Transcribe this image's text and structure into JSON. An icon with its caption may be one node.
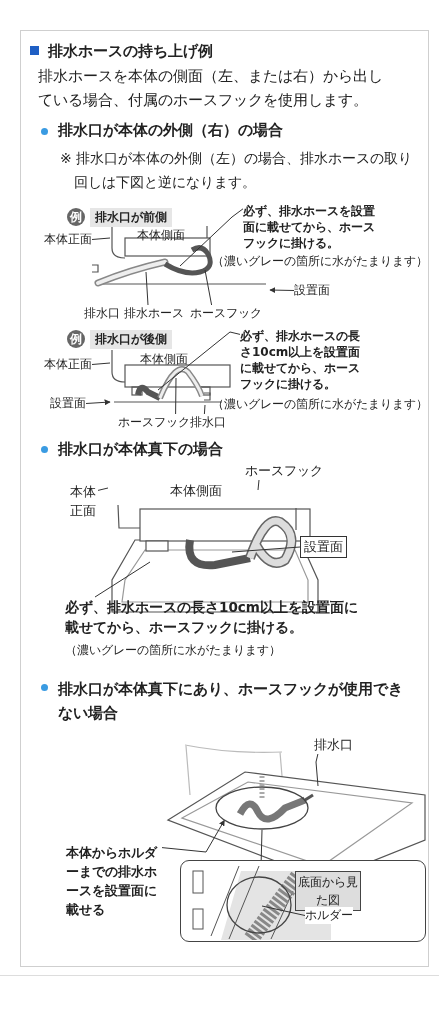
{
  "diagram": {
    "title": "排水ホースの持ち上げ例",
    "nodes": [
      {
        "text": [
          "本体正面"
        ]
      },
      {
        "text": [
          "必ず、排水ホースを設置面に載せてから、ホースフックに掛ける。"
        ]
      },
      {
        "text": [
          "設置面"
        ]
      },
      {
        "text": [
          "排水ホース"
        ]
      },
      {
        "text": [
          "ホースフック"
        ]
      },
      {
        "text": [
          "本体正面"
        ]
      },
      {
        "text": [
          "必ず、排水ホースの長さ10cm以上を設置面に載せてから、ホースフックに掛ける。"
        ]
      },
      {
        "text": [
          "設置面"
        ]
      },
      {
        "text": [
          "ホースフック"
        ]
      },
      {
        "text": [
          "排水口"
        ]
      },
      {
        "text": [
          "本体正面"
        ]
      },
      {
        "text": [
          "ホースフック"
        ]
      },
      {
        "text": [
          "設置面"
        ]
      },
      {
        "text": [
          "必ず、排水ホースの長さ10cm以上を設置面に載せてから、ホースフックに掛ける。"
        ]
      },
      {
        "text": [
          "排水口"
        ]
      },
      {
        "text": [],
        "shape": "circle"
      },
      {
        "text": [
          "本体からホルダーまでの排水ホースを設置面に載せる"
        ]
      },
      {
        "text": [],
        "shape": "box"
      },
      {
        "text": [
          "底面から見た図"
        ],
        "in": 17
      },
      {
        "text": [
          "ホルダー"
        ],
        "in": 17
      }
    ],
    "edges": [
      {
        "from": 0,
        "to": null,
        "arrow": "none"
      },
      {
        "from": 1,
        "to": null,
        "arrow": "none"
      },
      {
        "from": 2,
        "to": null,
        "arrow": "to"
      },
      {
        "from": 3,
        "to": null,
        "arrow": "none"
      },
      {
        "from": 4,
        "to": null,
        "arrow": "none"
      },
      {
        "from": 5,
        "to": null,
        "arrow": "none"
      },
      {
        "from": 6,
        "to": null,
        "arrow": "none"
      },
      {
        "from": 7,
        "to": null,
        "arrow": "to"
      },
      {
        "from": 8,
        "to": null,
        "arrow": "none"
      },
      {
        "from": 9,
        "to": null,
        "arrow": "none"
      },
      {
        "from": 10,
        "to": null,
        "arrow": "none"
      },
      {
        "from": 11,
        "to": null,
        "arrow": "none"
      },
      {
        "from": 12,
        "to": null,
        "arrow": "none"
      },
      {
        "from": 13,
        "to": null,
        "arrow": "none"
      },
      {
        "from": 14,
        "to": null,
        "arrow": "none"
      },
      {
        "from": 16,
        "to": 15,
        "arrow": "to"
      },
      {
        "from": 15,
        "to": 17,
        "arrow": "none"
      },
      {
        "from": 19,
        "to": null,
        "arrow": "none"
      }
    ],
    "labels": [
      "排水ホースを本体の側面（左、または右）から出している場合、付属のホースフックを使用します。",
      "排水口が本体の外側（右）の場合",
      "※ 排水口が本体の外側（左）の場合、排水ホースの取り回しは下図と逆になります。",
      "例",
      "排水口が前側",
      "本体側面",
      "（濃いグレーの箇所に水がたまります）",
      "排水口",
      "例",
      "排水口が後側",
      "本体側面",
      "（濃いグレーの箇所に水がたまります）",
      "排水口が本体真下の場合",
      "本体側面",
      "（濃いグレーの箇所に水がたまります）",
      "排水口が本体真下にあり、ホースフックが使用できない場合"
    ]
  }
}
